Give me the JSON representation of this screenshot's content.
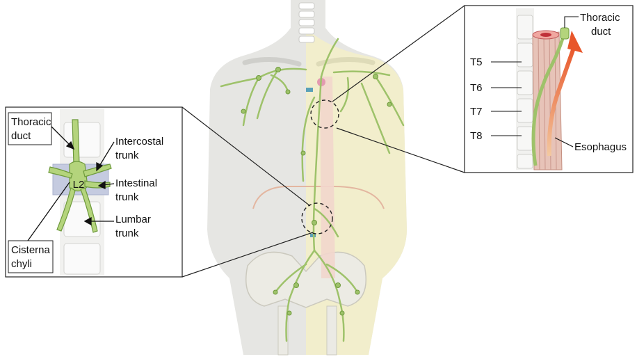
{
  "inset_left": {
    "labels": {
      "thoracic_duct": [
        "Thoracic",
        "duct"
      ],
      "intercostal_trunk": [
        "Intercostal",
        "trunk"
      ],
      "intestinal_trunk": [
        "Intestinal",
        "trunk"
      ],
      "lumbar_trunk": [
        "Lumbar",
        "trunk"
      ],
      "cisterna_chyli": [
        "Cisterna",
        "chyli"
      ],
      "vertebra": "L2"
    }
  },
  "inset_right": {
    "labels": {
      "thoracic_duct": [
        "Thoracic",
        "duct"
      ],
      "esophagus": "Esophagus",
      "vertebrae": [
        "T5",
        "T6",
        "T7",
        "T8"
      ]
    }
  },
  "colors": {
    "lymph": "#9ec26a",
    "lymph_dark": "#6e9a3c",
    "esophagus": "#e7c3b8",
    "torso": "#e6e6e3",
    "body_overlay": "#f3efc8",
    "flow_arrow": "#e8562a"
  }
}
